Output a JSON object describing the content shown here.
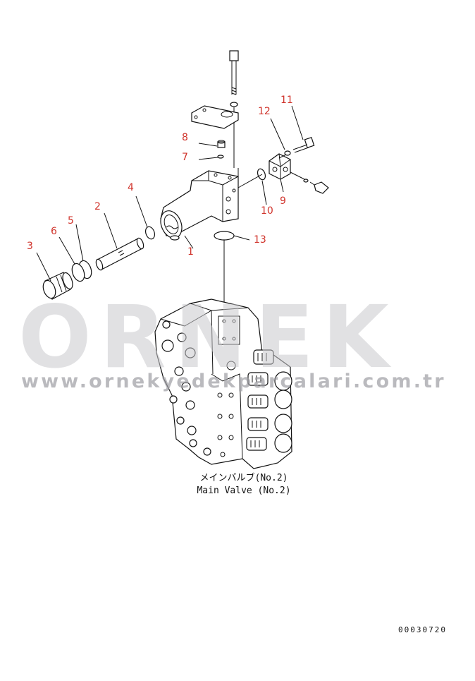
{
  "callouts": [
    {
      "id": "1",
      "label": "1"
    },
    {
      "id": "2",
      "label": "2"
    },
    {
      "id": "3",
      "label": "3"
    },
    {
      "id": "4",
      "label": "4"
    },
    {
      "id": "5",
      "label": "5"
    },
    {
      "id": "6",
      "label": "6"
    },
    {
      "id": "7",
      "label": "7"
    },
    {
      "id": "8",
      "label": "8"
    },
    {
      "id": "9",
      "label": "9"
    },
    {
      "id": "10",
      "label": "10"
    },
    {
      "id": "11",
      "label": "11"
    },
    {
      "id": "12",
      "label": "12"
    },
    {
      "id": "13",
      "label": "13"
    }
  ],
  "caption": {
    "japanese": "メインバルブ(No.2)",
    "english": "Main Valve (No.2)"
  },
  "drawing_code": "00030720",
  "watermark": {
    "logo": "ORNEK",
    "url": "www.ornekyedekparcalari.com.tr",
    "color": "#c8c8cc"
  },
  "colors": {
    "callout": "#d0332b",
    "line": "#111111"
  }
}
